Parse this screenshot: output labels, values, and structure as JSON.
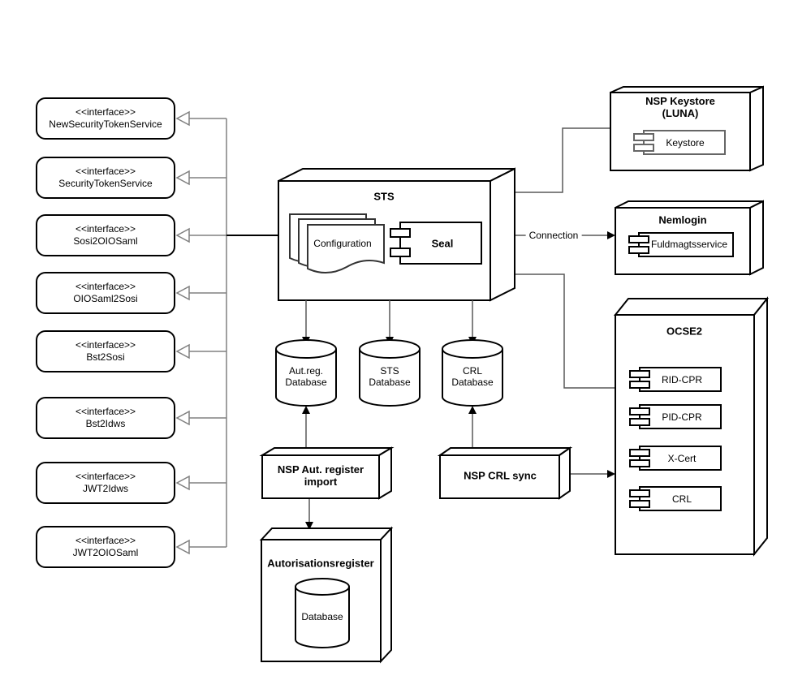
{
  "diagram": {
    "stereotype": "<<interface>>",
    "interfaces": [
      {
        "name": "NewSecurityTokenService"
      },
      {
        "name": "SecurityTokenService"
      },
      {
        "name": "Sosi2OIOSaml"
      },
      {
        "name": "OIOSaml2Sosi"
      },
      {
        "name": "Bst2Sosi"
      },
      {
        "name": "Bst2Idws"
      },
      {
        "name": "JWT2Idws"
      },
      {
        "name": "JWT2OIOSaml"
      }
    ],
    "sts": {
      "title": "STS",
      "configuration": "Configuration",
      "seal": "Seal"
    },
    "databases": {
      "autreg": "Aut.reg.\nDatabase",
      "sts": "STS\nDatabase",
      "crl": "CRL\nDatabase"
    },
    "nsp_aut_register_import": {
      "title": "NSP Aut. register\nimport"
    },
    "autorisationsregister": {
      "title": "Autorisationsregister",
      "database": "Database"
    },
    "nsp_crl_sync": {
      "title": "NSP CRL sync"
    },
    "nsp_keystore": {
      "title": "NSP Keystore (LUNA)",
      "component": "Keystore"
    },
    "nemlogin": {
      "title": "Nemlogin",
      "component": "Fuldmagtsservice"
    },
    "connection_label": "Connection",
    "ocse2": {
      "title": "OCSE2",
      "components": [
        "RID-CPR",
        "PID-CPR",
        "X-Cert",
        "CRL"
      ]
    },
    "colors": {
      "shape_stroke": "#000000",
      "connector": "#595959",
      "trunk_connector": "#808080",
      "background": "#ffffff"
    }
  }
}
